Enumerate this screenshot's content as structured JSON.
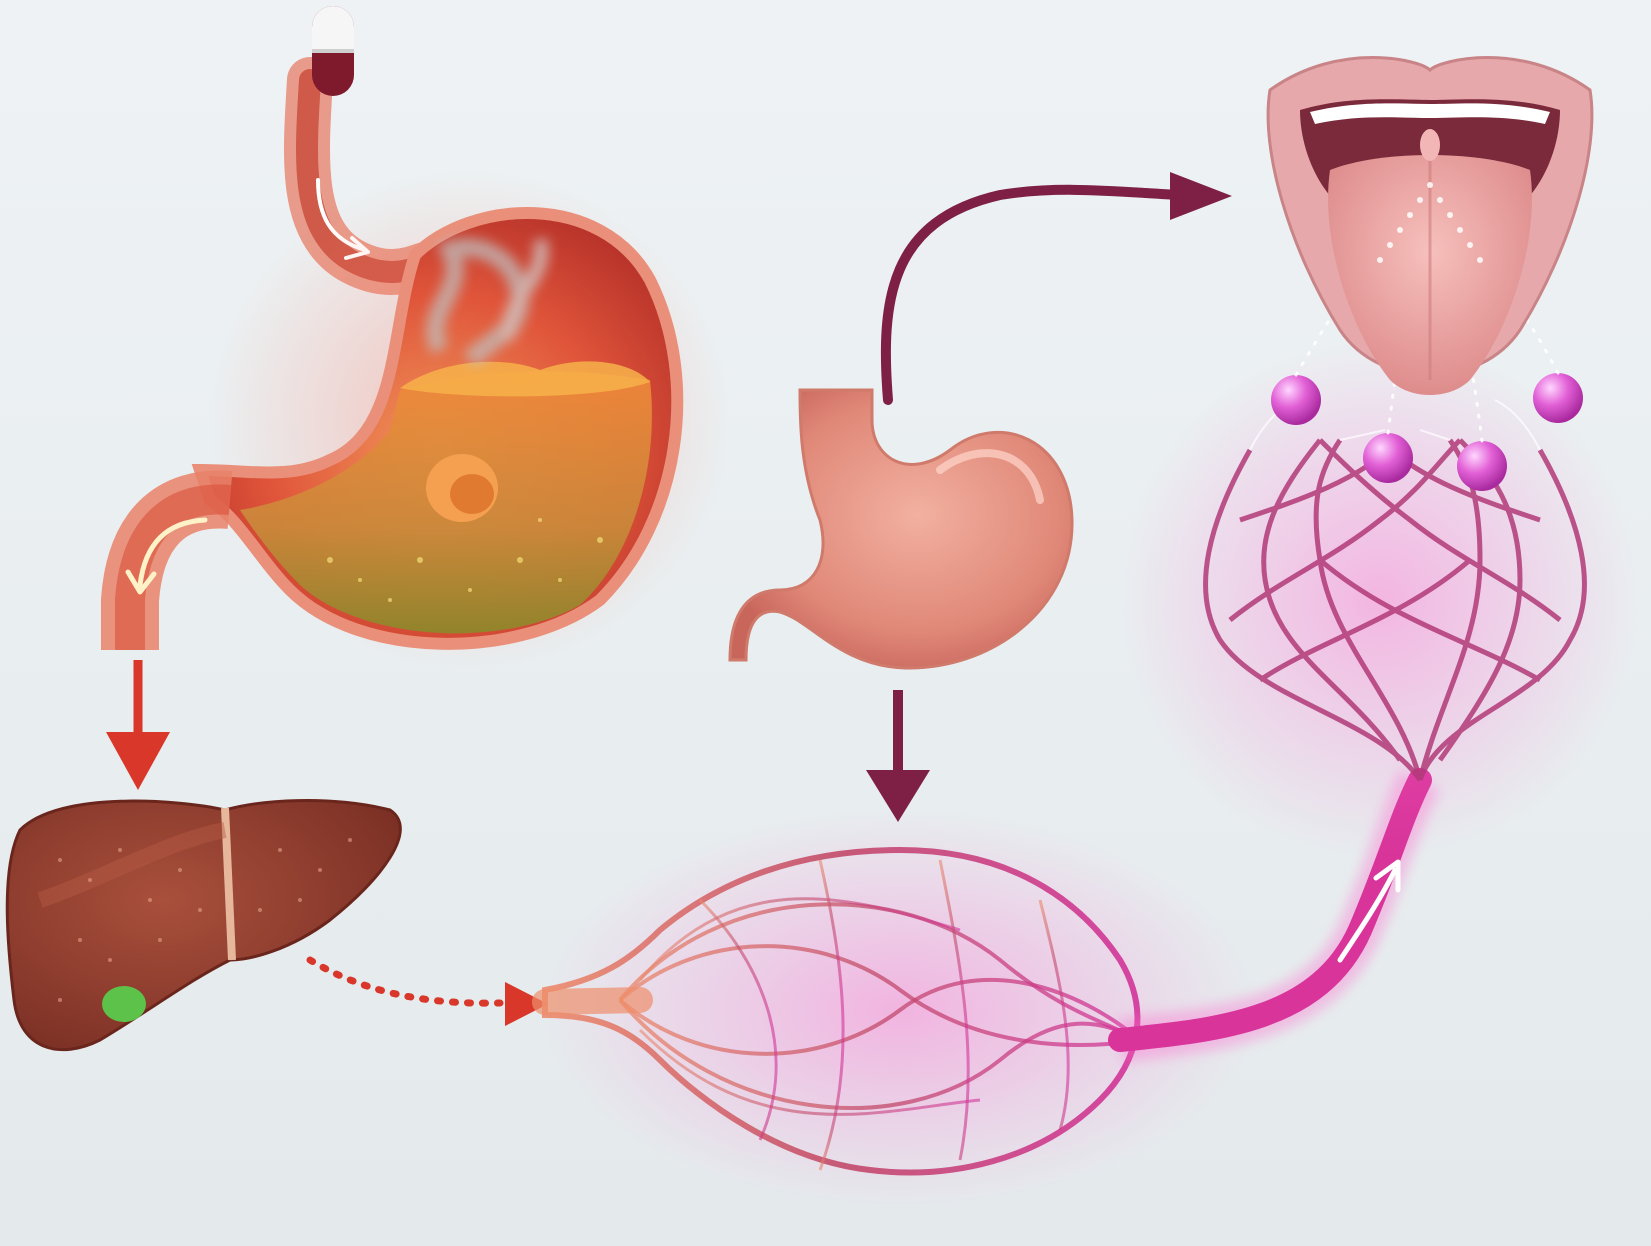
{
  "diagram": {
    "background": "#e9eef0",
    "text_labels": [],
    "stages": [
      {
        "id": "capsule",
        "icon": "capsule-icon"
      },
      {
        "id": "esophagus",
        "icon": "esophagus-icon"
      },
      {
        "id": "stomach-digesting",
        "icon": "stomach-icon",
        "shows": [
          "vapor",
          "gastric-fluid",
          "dissolving-capsule"
        ]
      },
      {
        "id": "intestine-outlet",
        "icon": "intestine-icon"
      },
      {
        "id": "liver",
        "icon": "liver-icon",
        "has": [
          "gallbladder"
        ]
      },
      {
        "id": "bloodstream-network",
        "icon": "blood-vessel-icon"
      },
      {
        "id": "stomach-plain",
        "icon": "stomach-icon"
      },
      {
        "id": "vessel-tree",
        "icon": "vessel-tree-icon"
      },
      {
        "id": "molecules",
        "icon": "molecule-icon",
        "count": 4
      },
      {
        "id": "mouth-tongue",
        "icon": "mouth-icon"
      }
    ],
    "flows": [
      {
        "from": "capsule",
        "to": "stomach-digesting",
        "style": "solid"
      },
      {
        "from": "stomach-digesting",
        "to": "liver",
        "style": "solid"
      },
      {
        "from": "liver",
        "to": "bloodstream-network",
        "style": "dotted"
      },
      {
        "from": "stomach-plain",
        "to": "bloodstream-network",
        "style": "solid"
      },
      {
        "from": "stomach-plain",
        "to": "mouth-tongue",
        "style": "solid"
      },
      {
        "from": "bloodstream-network",
        "to": "vessel-tree",
        "style": "solid"
      },
      {
        "from": "molecules",
        "to": "mouth-tongue",
        "style": "dotted"
      }
    ],
    "colors": {
      "organ_red": "#c8432f",
      "stomach_outer": "#e07862",
      "liver": "#8e3b2e",
      "gallbladder": "#5cc24a",
      "arrow_red": "#d9372a",
      "arrow_maroon": "#7e2046",
      "vessel_start": "#e4786a",
      "vessel_end": "#c8327a",
      "glow_pink": "#ff5cc8",
      "molecule": "#cf43c2",
      "lips": "#e4a2a6",
      "tongue": "#e99a98",
      "plain_stomach": "#e08c7c"
    }
  }
}
